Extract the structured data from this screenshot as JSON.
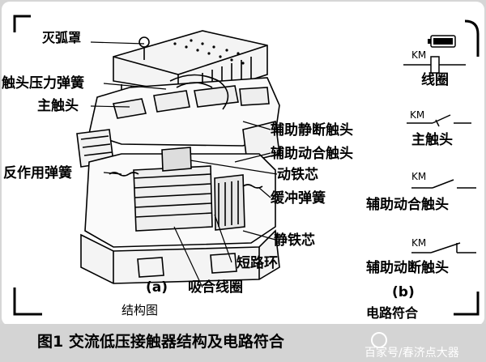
{
  "diagram": {
    "panel_a_labels": {
      "arc_chute": "灭弧罩",
      "contact_pressure_spring": "触头压力弹簧",
      "main_contact": "主触头",
      "aux_static_nc_contact": "辅助静断触头",
      "aux_moving_no_contact": "辅助动合触头",
      "moving_iron_core": "动铁芯",
      "buffer_spring": "缓冲弹簧",
      "reaction_spring": "反作用弹簧",
      "static_iron_core": "静铁芯",
      "shorting_ring": "短路环",
      "pull_in_coil": "吸合线圈",
      "part_marker": "(a)",
      "part_caption": "结构图"
    },
    "panel_b_labels": {
      "km": "KM",
      "coil": "线圈",
      "main_contact": "主触头",
      "aux_no_contact": "辅助动合触头",
      "aux_nc_contact": "辅助动断触头",
      "part_marker": "(b)",
      "part_caption": "电路符合"
    },
    "figure_caption": "图1  交流低压接触器结构及电路符合",
    "watermark": "百家号/春济点大器"
  }
}
